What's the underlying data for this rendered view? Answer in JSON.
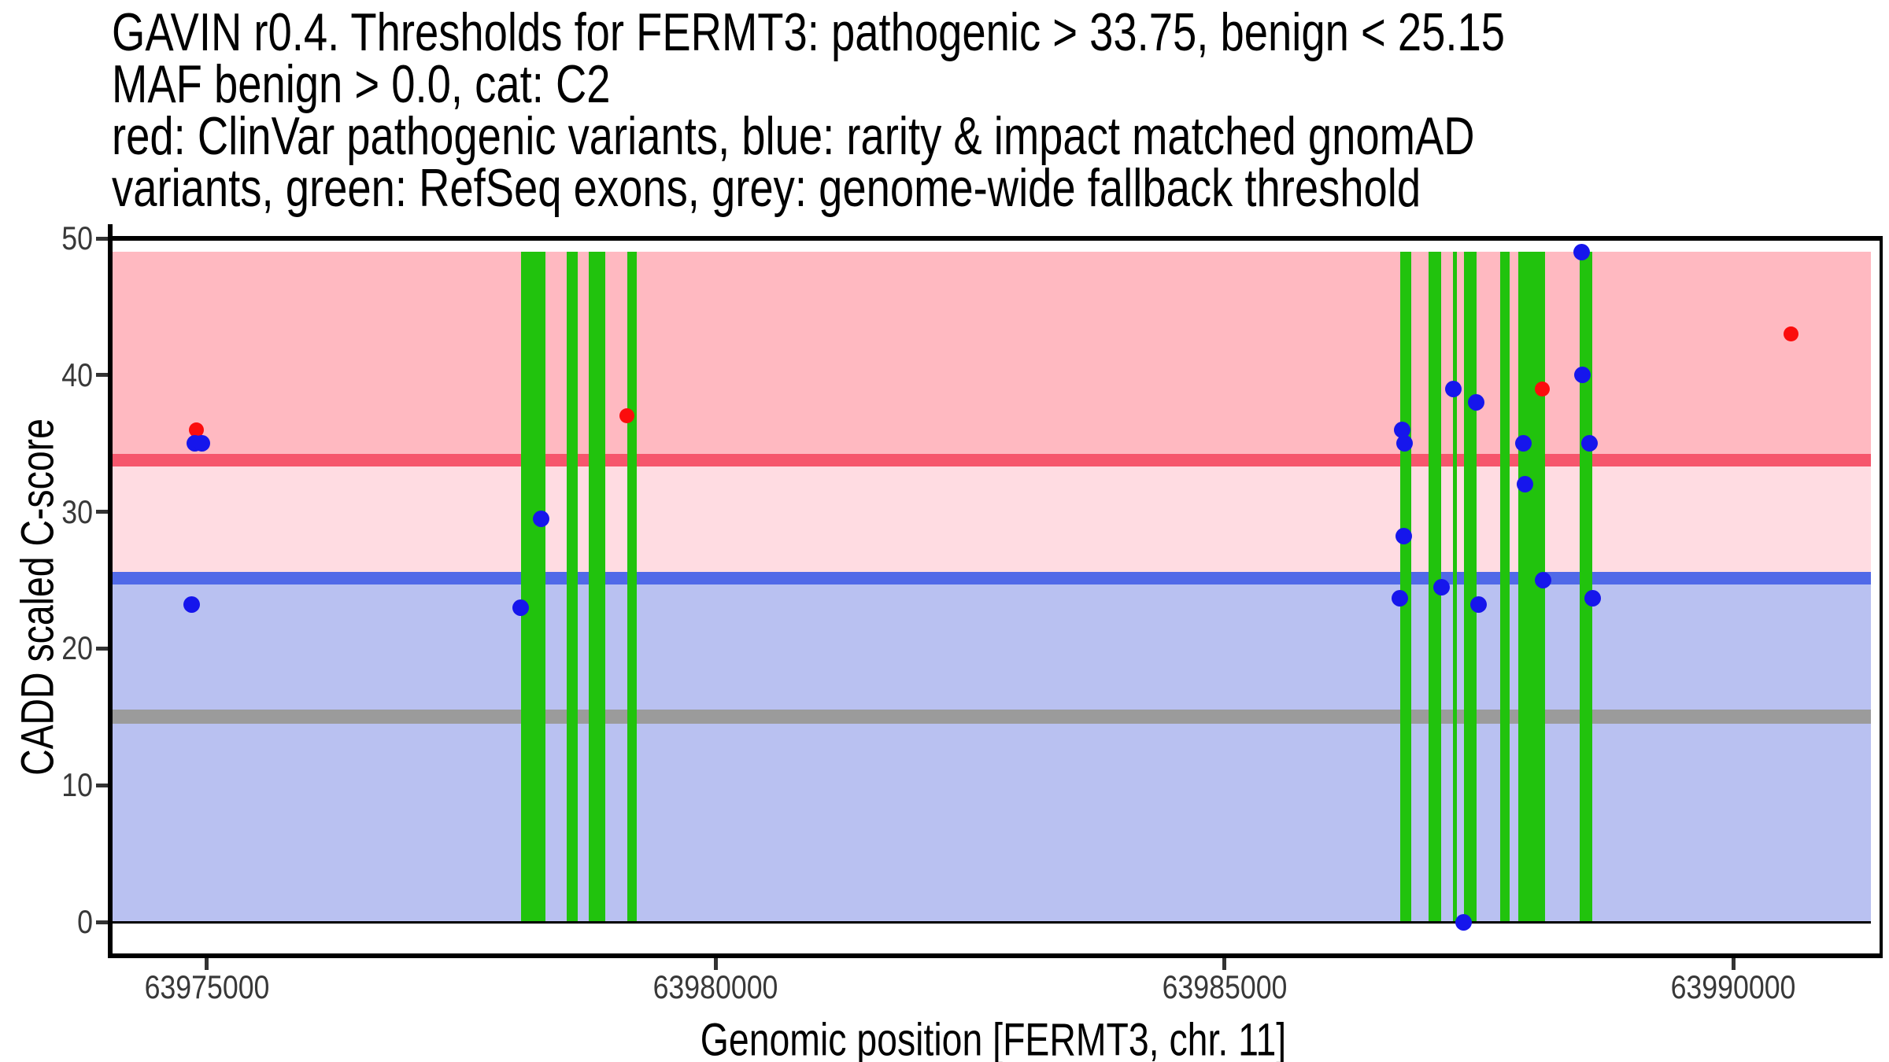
{
  "title": {
    "lines": [
      "GAVIN r0.4. Thresholds for FERMT3: pathogenic > 33.75, benign < 25.15",
      "MAF benign > 0.0, cat: C2",
      "red: ClinVar pathogenic variants, blue: rarity & impact matched gnomAD",
      "variants, green: RefSeq exons, grey: genome-wide fallback threshold"
    ]
  },
  "chart_data": {
    "type": "scatter",
    "title": "GAVIN r0.4. Thresholds for FERMT3: pathogenic > 33.75, benign < 25.15 MAF benign > 0.0, cat: C2",
    "xlabel": "Genomic position [FERMT3, chr. 11]",
    "ylabel": "CADD scaled C-score",
    "xlim": [
      63974050,
      63991350
    ],
    "ylim": [
      0,
      50
    ],
    "x_ticks": [
      63975000,
      63980000,
      63985000,
      63990000
    ],
    "y_ticks": [
      0,
      10,
      20,
      30,
      40,
      50
    ],
    "grid": false,
    "legend_position": "none",
    "thresholds": {
      "pathogenic_gt": 33.75,
      "benign_lt": 25.15,
      "genome_wide_fallback": 15
    },
    "bands": [
      {
        "name": "pathogenic-zone",
        "from": 33.75,
        "to": 49.0,
        "color": "#ffb9c1"
      },
      {
        "name": "intermediate-zone",
        "from": 25.15,
        "to": 33.75,
        "color": "#ffdce2"
      },
      {
        "name": "benign-zone",
        "from": 0,
        "to": 25.15,
        "color": "#b9c1f1"
      }
    ],
    "threshold_lines": [
      {
        "name": "pathogenic-threshold",
        "value": 33.75,
        "color": "#f6566c",
        "thickness": 16
      },
      {
        "name": "benign-threshold",
        "value": 25.15,
        "color": "#5069e8",
        "thickness": 16
      },
      {
        "name": "genome-wide-fallback",
        "value": 15,
        "color": "#9b9b9b",
        "thickness": 18
      }
    ],
    "exons": [
      [
        63978085,
        63978325
      ],
      [
        63978534,
        63978642
      ],
      [
        63978750,
        63978912
      ],
      [
        63979129,
        63979222
      ],
      [
        63986729,
        63986830
      ],
      [
        63987000,
        63987124
      ],
      [
        63987240,
        63987278
      ],
      [
        63987348,
        63987479
      ],
      [
        63987704,
        63987804
      ],
      [
        63987889,
        63988145
      ],
      [
        63988492,
        63988616
      ]
    ],
    "series": [
      {
        "name": "ClinVar pathogenic variants",
        "color": "#fb0d0d",
        "marker_diameter": 19,
        "points": [
          [
            63974900,
            36
          ],
          [
            63979130,
            37
          ],
          [
            63988120,
            39
          ],
          [
            63990565,
            43
          ]
        ]
      },
      {
        "name": "rarity & impact matched gnomAD variants",
        "color": "#1616ec",
        "marker_diameter": 21,
        "points": [
          [
            63974850,
            23.2
          ],
          [
            63974880,
            35
          ],
          [
            63974950,
            35
          ],
          [
            63978085,
            23.0
          ],
          [
            63978285,
            29.5
          ],
          [
            63986720,
            23.7
          ],
          [
            63986745,
            36
          ],
          [
            63986760,
            28.2
          ],
          [
            63986770,
            35
          ],
          [
            63987130,
            24.5
          ],
          [
            63987250,
            39
          ],
          [
            63987350,
            0
          ],
          [
            63987470,
            38
          ],
          [
            63987495,
            23.2
          ],
          [
            63987935,
            35
          ],
          [
            63987950,
            32
          ],
          [
            63988130,
            25
          ],
          [
            63988510,
            49
          ],
          [
            63988515,
            40
          ],
          [
            63988585,
            35
          ],
          [
            63988615,
            23.7
          ]
        ]
      }
    ],
    "exon_color": "#21c30d",
    "zero_line_color": "#000000"
  }
}
